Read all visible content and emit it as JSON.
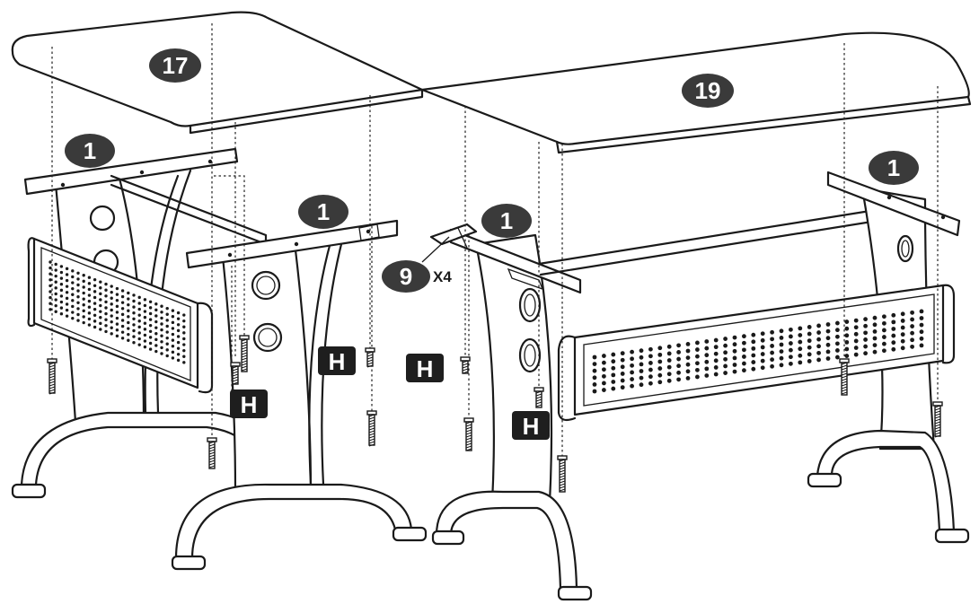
{
  "callouts": {
    "top_left": "17",
    "top_right": "19",
    "rail_left_back": "1",
    "rail_left_front": "1",
    "rail_right_front": "1",
    "rail_right_back": "1",
    "bracket": "9"
  },
  "bracket_qty": "X4",
  "screw_labels": [
    "H",
    "H",
    "H",
    "H"
  ],
  "colors": {
    "ink": "#1a1a1a",
    "callout_fill": "#3a3a3a",
    "label_box": "#1e1e1e"
  }
}
